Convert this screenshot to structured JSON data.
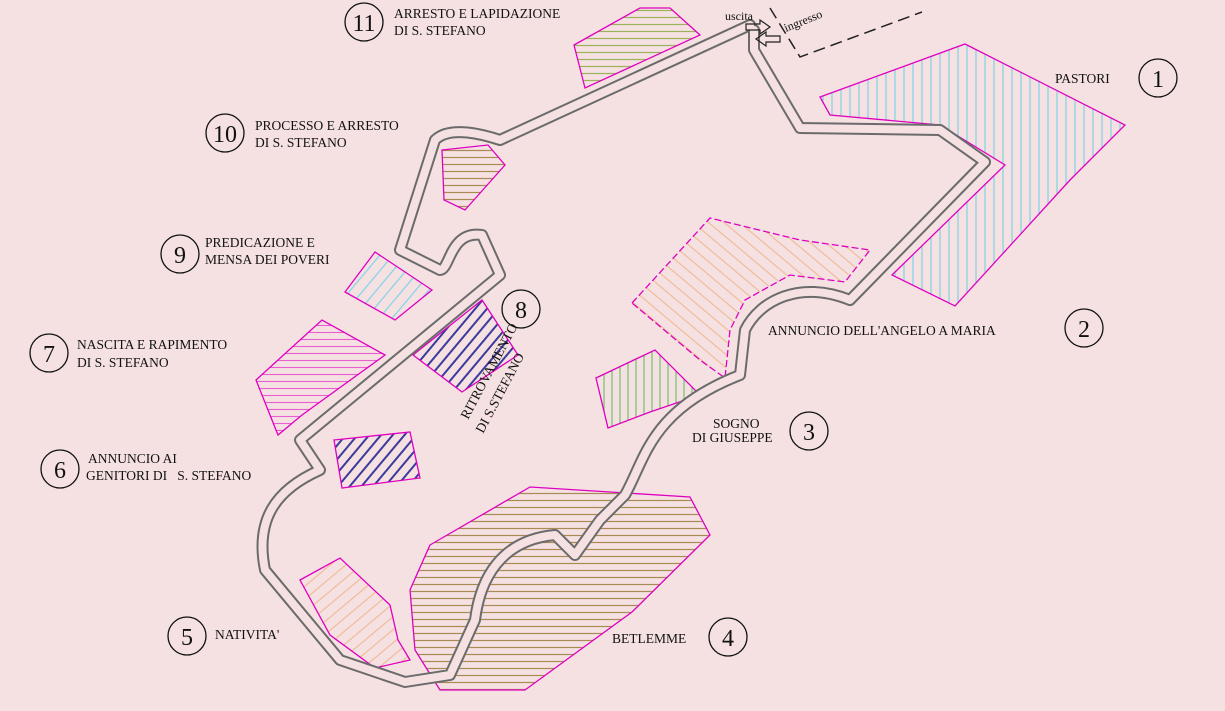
{
  "entrance": {
    "exit_label": "uscita",
    "entry_label": "ingresso"
  },
  "stations": [
    {
      "number": "1",
      "lines": [
        "PASTORI"
      ],
      "pattern_color": "#7fd3e6"
    },
    {
      "number": "2",
      "lines": [
        "ANNUNCIO DELL'ANGELO A MARIA"
      ],
      "pattern_color": "#f1c4a0"
    },
    {
      "number": "3",
      "lines": [
        "SOGNO",
        "DI GIUSEPPE"
      ],
      "pattern_color": "#7ccb7a"
    },
    {
      "number": "4",
      "lines": [
        "BETLEMME"
      ],
      "pattern_color": "#a88a55"
    },
    {
      "number": "5",
      "lines": [
        "NATIVITA'"
      ],
      "pattern_color": "#f1c4a0"
    },
    {
      "number": "6",
      "lines": [
        "ANNUNCIO AI",
        "GENITORI DI   S. STEFANO"
      ],
      "pattern_color": "#3c3a9c"
    },
    {
      "number": "7",
      "lines": [
        "NASCITA E RAPIMENTO",
        "DI S. STEFANO"
      ],
      "pattern_color": "#e85fd0"
    },
    {
      "number": "8",
      "lines": [
        "RITROVAMENTO",
        "DI S.STEFANO"
      ],
      "pattern_color": "#3c3a9c"
    },
    {
      "number": "9",
      "lines": [
        "PREDICAZIONE E",
        "MENSA DEI POVERI"
      ],
      "pattern_color": "#7fd3e6"
    },
    {
      "number": "10",
      "lines": [
        "PROCESSO E ARRESTO",
        "DI S. STEFANO"
      ],
      "pattern_color": "#a88a55"
    },
    {
      "number": "11",
      "lines": [
        "ARRESTO E LAPIDAZIONE",
        "DI S. STEFANO"
      ],
      "pattern_color": "#9ab25a"
    }
  ],
  "colors": {
    "background": "#f5e1e2",
    "outline": "#e000c0",
    "path": "#6b6b6b"
  }
}
